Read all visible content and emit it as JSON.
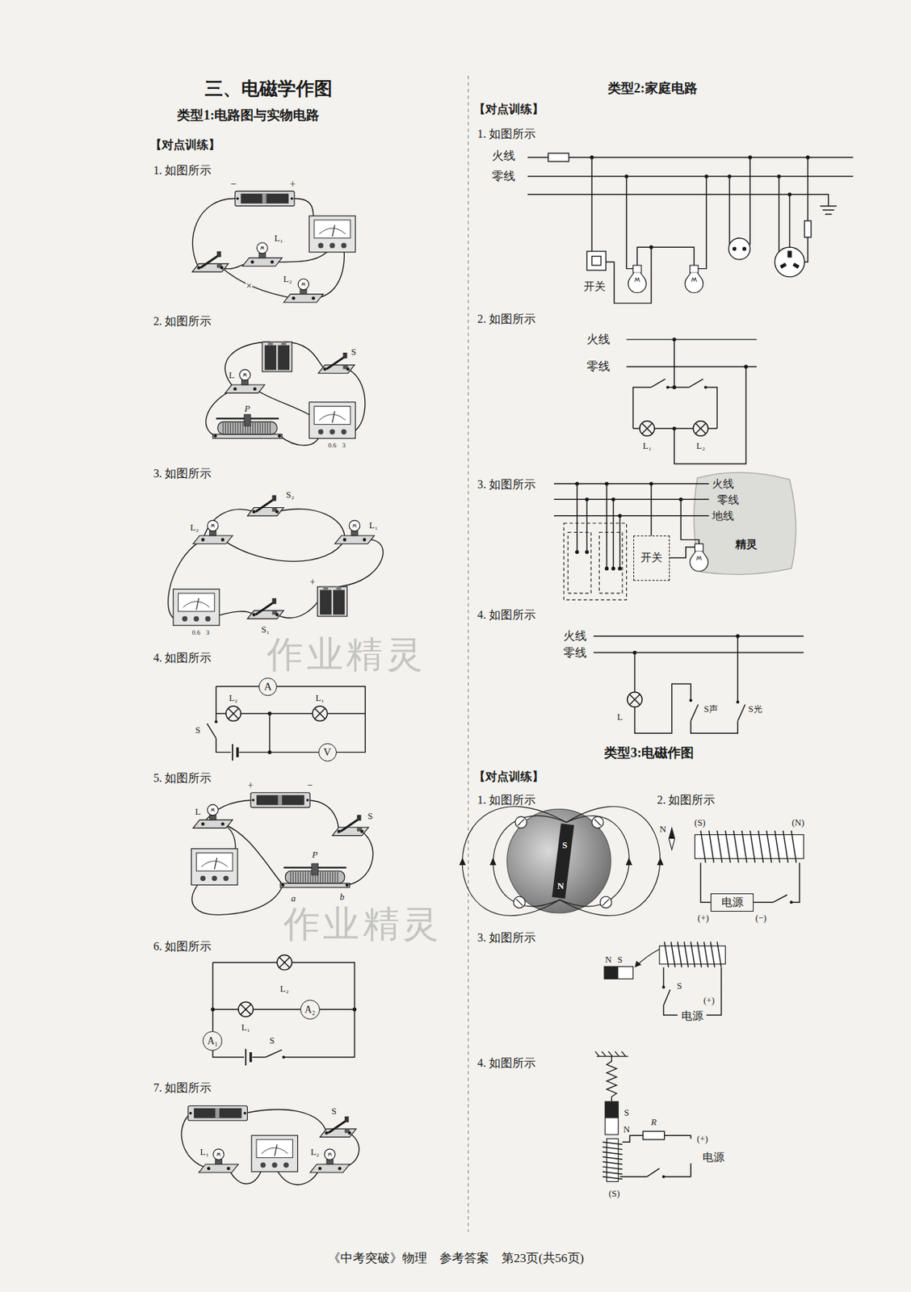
{
  "diagram": {
    "title": "三、电磁学作图",
    "nodes": [
      {
        "text": [
          "A"
        ]
      },
      {
        "text": [
          "V"
        ]
      },
      {
        "text": [
          "A₂"
        ]
      },
      {
        "text": [
          "A₁"
        ]
      },
      {
        "text": [
          "开关"
        ]
      },
      {
        "text": [
          "电源"
        ]
      }
    ],
    "labels": [
      "类型1:电路图与实物电路",
      "【对点训练】",
      "1. 如图所示",
      "−",
      "+",
      "L₁",
      "×",
      "L₂",
      "2. 如图所示",
      "S",
      "L",
      "P",
      "0.6",
      "3",
      "3. 如图所示",
      "S₂",
      "L₂",
      "L₁",
      "+",
      "S₁",
      "0.6",
      "3",
      "4. 如图所示",
      "L₂",
      "L₁",
      "S",
      "5. 如图所示",
      "+",
      "−",
      "L",
      "S",
      "P",
      "a",
      "b",
      "6. 如图所示",
      "L₂",
      "L₁",
      "S",
      "7. 如图所示",
      "S",
      "L₁",
      "L₂",
      "类型2:家庭电路",
      "【对点训练】",
      "1. 如图所示",
      "火线",
      "零线",
      "开关",
      "2. 如图所示",
      "火线",
      "零线",
      "L₁",
      "L₂",
      "3. 如图所示",
      "火线",
      "零线",
      "地线",
      "精灵",
      "4. 如图所示",
      "火线",
      "零线",
      "L",
      "S声",
      "S光",
      "类型3:电磁作图",
      "【对点训练】",
      "1. 如图所示",
      "2. 如图所示",
      "S",
      "N",
      "N",
      "(S)",
      "(N)",
      "(+)",
      "(−)",
      "3. 如图所示",
      "N",
      "S",
      "S",
      "(+)",
      "电源",
      "4. 如图所示",
      "S",
      "N",
      "R",
      "(+)",
      "电源",
      "(S)",
      "作业精灵",
      "作业精灵",
      "《中考突破》物理　参考答案　第23页(共56页)"
    ]
  }
}
